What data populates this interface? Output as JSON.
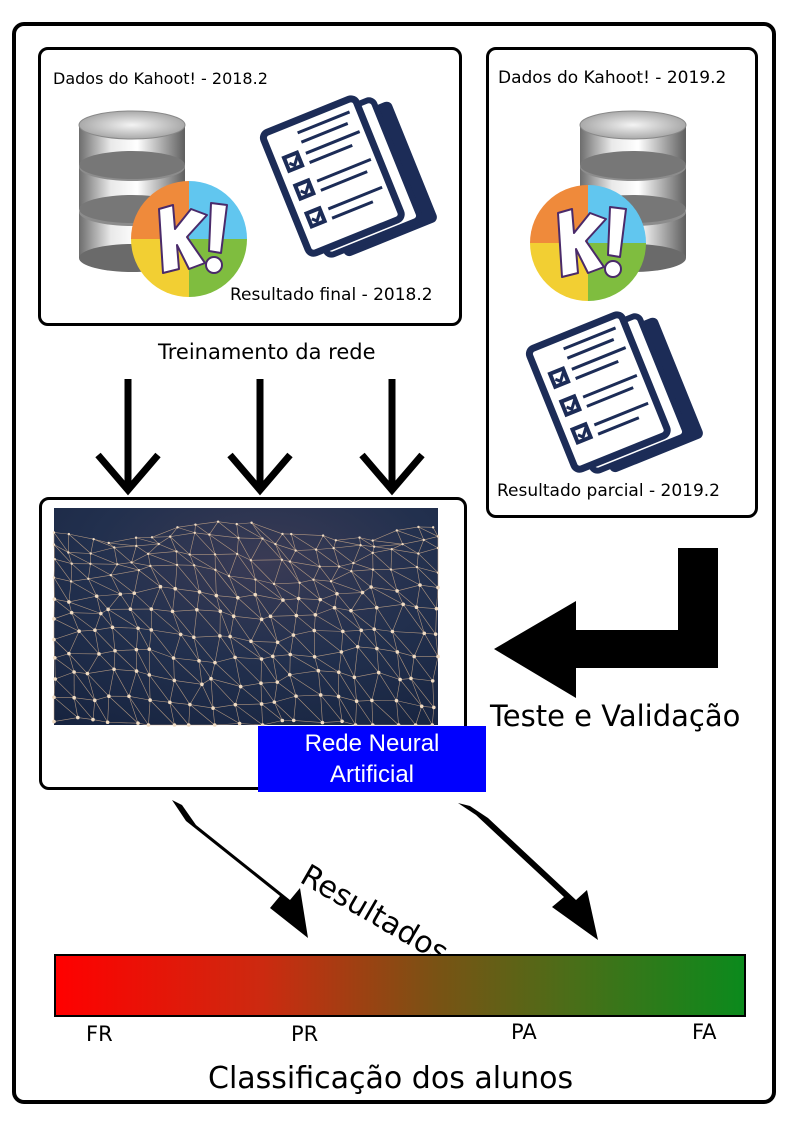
{
  "training_box": {
    "title": "Dados do Kahoot! - 2018.2",
    "result_label": "Resultado final - 2018.2"
  },
  "test_box": {
    "title": "Dados do Kahoot! - 2019.2",
    "result_label": "Resultado parcial - 2019.2"
  },
  "training_label": "Treinamento da rede",
  "test_label": "Teste e Validação",
  "network": {
    "label_line1": "Rede Neural",
    "label_line2": "Artificial"
  },
  "results_label": "Resultados",
  "classification": {
    "title": "Classificação dos alunos",
    "levels": [
      "FR",
      "PR",
      "PA",
      "FA"
    ],
    "gradient_colors": [
      "#ff0000",
      "#0b8a1c"
    ]
  },
  "icons": [
    "database-icon",
    "kahoot-logo-icon",
    "documents-icon",
    "neural-mesh-image"
  ],
  "colors": {
    "label_background": "#0000ff",
    "network_background": "#1f2d4a"
  }
}
